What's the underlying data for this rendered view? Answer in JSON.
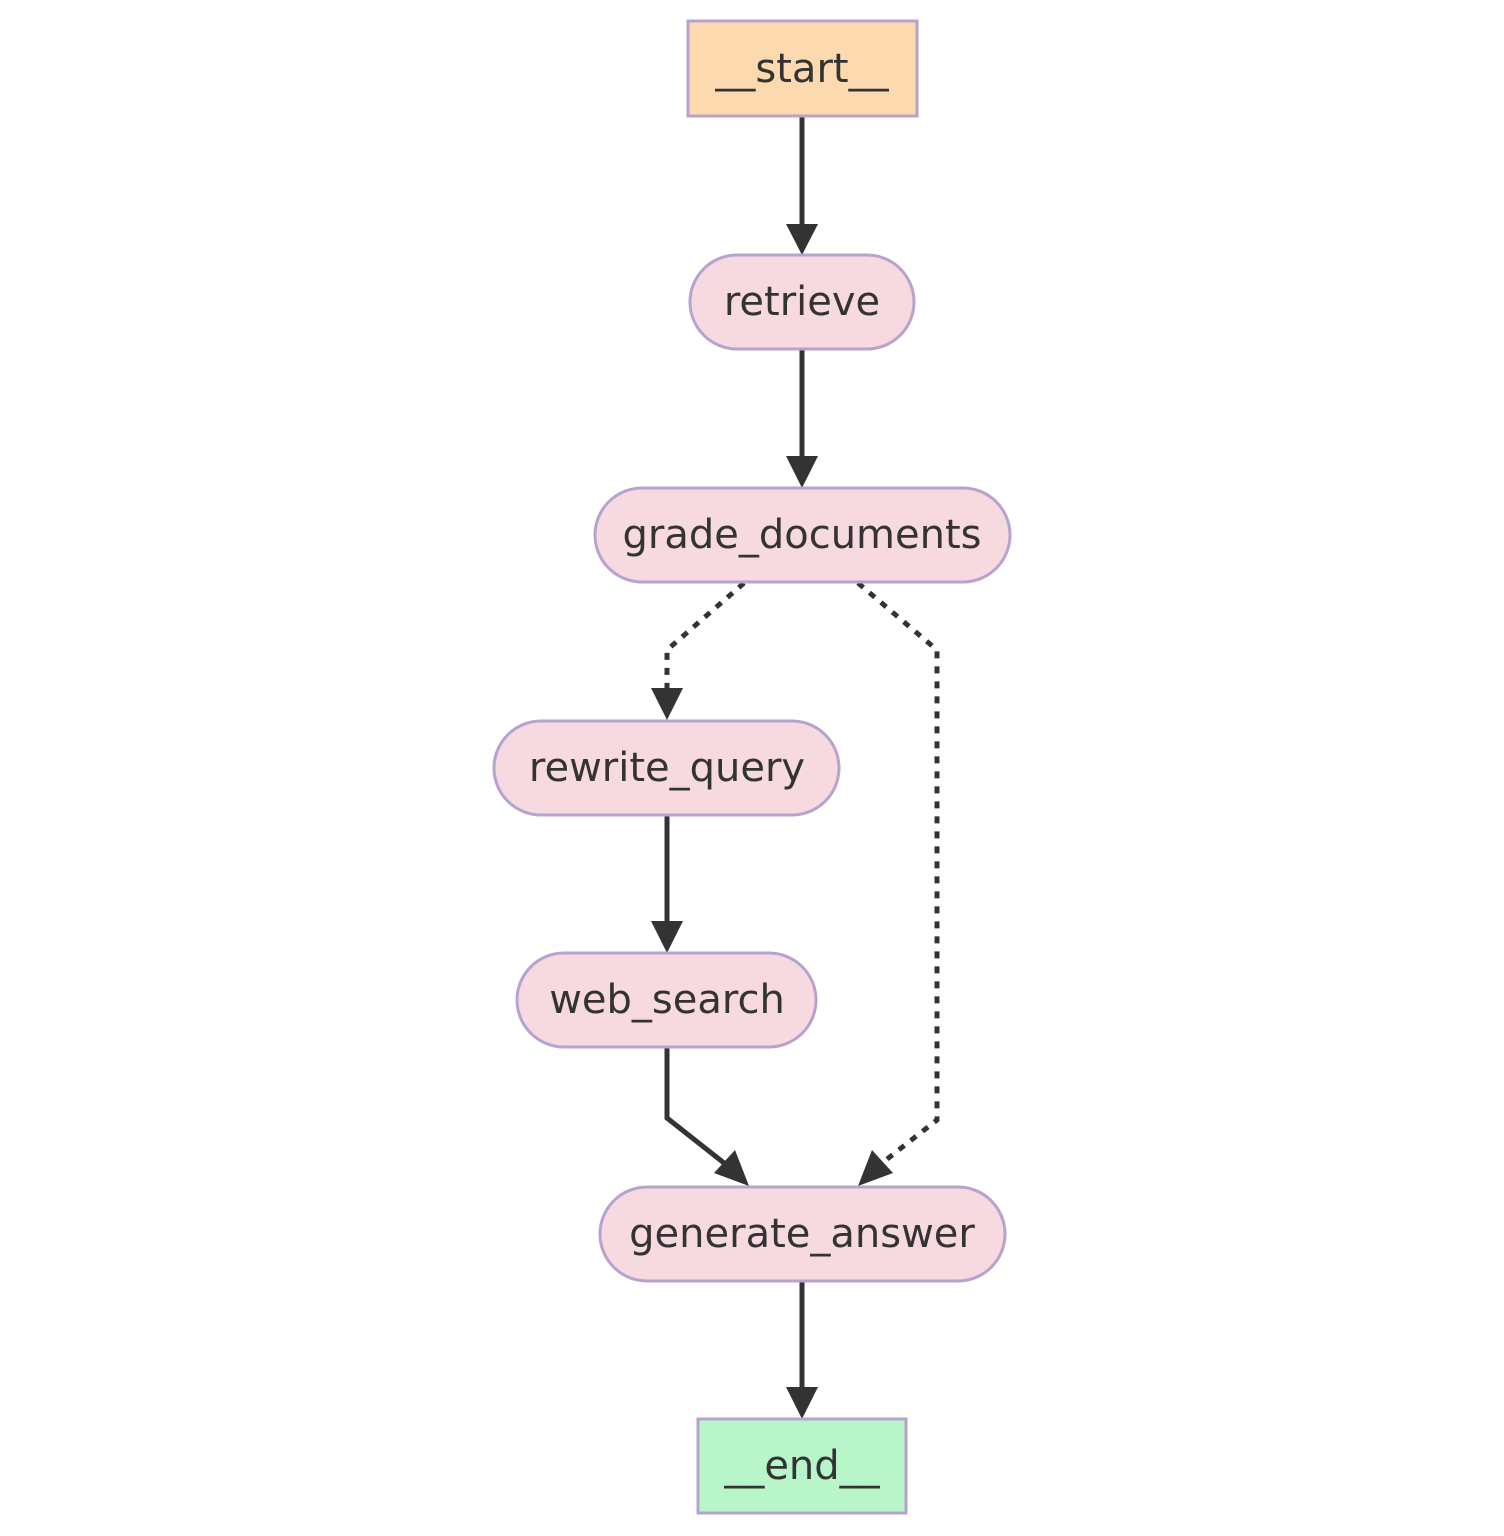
{
  "diagram": {
    "nodes": {
      "start": {
        "label": "__start__",
        "fill": "#fdd9b0"
      },
      "retrieve": {
        "label": "retrieve"
      },
      "grade_documents": {
        "label": "grade_documents"
      },
      "rewrite_query": {
        "label": "rewrite_query"
      },
      "web_search": {
        "label": "web_search"
      },
      "generate_answer": {
        "label": "generate_answer"
      },
      "end": {
        "label": "__end__",
        "fill": "#b8f5c8"
      }
    },
    "edges": [
      {
        "from": "start",
        "to": "retrieve",
        "style": "solid"
      },
      {
        "from": "retrieve",
        "to": "grade_documents",
        "style": "solid"
      },
      {
        "from": "grade_documents",
        "to": "rewrite_query",
        "style": "dashed"
      },
      {
        "from": "grade_documents",
        "to": "generate_answer",
        "style": "dashed"
      },
      {
        "from": "rewrite_query",
        "to": "web_search",
        "style": "solid"
      },
      {
        "from": "web_search",
        "to": "generate_answer",
        "style": "solid"
      },
      {
        "from": "generate_answer",
        "to": "end",
        "style": "solid"
      }
    ],
    "colors": {
      "node_fill": "#f7d9e0",
      "node_stroke": "#b7a3cf",
      "edge": "#333333"
    }
  }
}
